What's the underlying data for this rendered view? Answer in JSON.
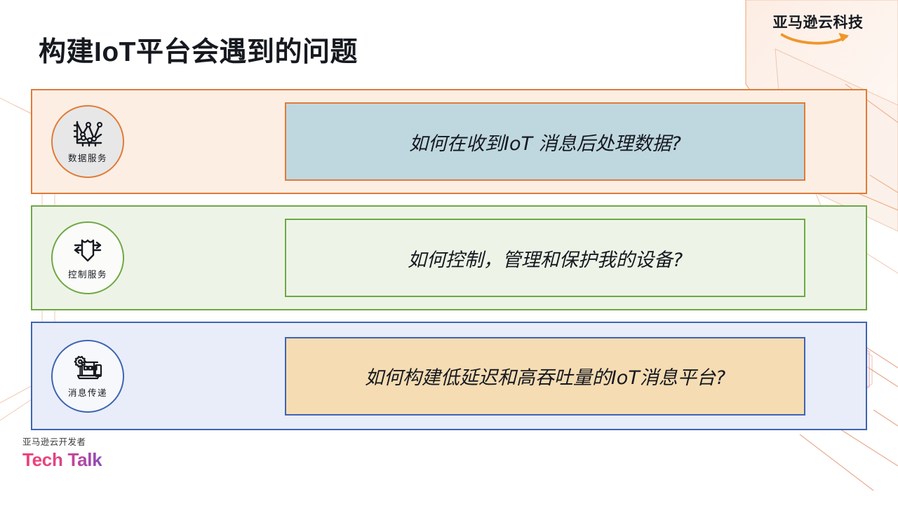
{
  "logo": {
    "text": "亚马逊云科技",
    "smile_icon": "amazon-smile-arrow",
    "accent_color": "#f0962b"
  },
  "title": {
    "text_before": "构建",
    "highlight": "IoT",
    "text_after": "平台会遇到的问题",
    "full": "构建IoT平台会遇到的问题"
  },
  "cards": [
    {
      "id": "data-service",
      "badge_label": "数据服务",
      "badge_icon": "line-chart-icon",
      "question": "如何在收到IoT 消息后处理数据?",
      "border_color": "#e07b39",
      "card_bg": "#fdeee3",
      "box_bg": "#bfd8e0",
      "badge_bg": "#e7e7e7"
    },
    {
      "id": "control-service",
      "badge_label": "控制服务",
      "badge_icon": "shield-arrows-icon",
      "question": "如何控制，管理和保护我的设备?",
      "border_color": "#6fa844",
      "card_bg": "#edf4e7",
      "box_bg": "transparent",
      "badge_bg": "#fbfcfa"
    },
    {
      "id": "message-delivery",
      "badge_label": "消息传递",
      "badge_icon": "gear-devices-icon",
      "question": "如何构建低延迟和高吞吐量的IoT消息平台?",
      "border_color": "#3f64b2",
      "card_bg": "#e8edf9",
      "box_bg": "#f5dcb3",
      "badge_bg": "#f7f8fb"
    }
  ],
  "footer": {
    "subtitle": "亚马逊云开发者",
    "brand": "Tech Talk",
    "gradient_from": "#ef3e77",
    "gradient_to": "#8e4bb5"
  },
  "decorations": {
    "top_right_polygon": "hexagon-outline-watermark",
    "bottom_right_badge": "cloud-magnifier-hexagon-watermark",
    "line_color": "#e8a07a"
  }
}
